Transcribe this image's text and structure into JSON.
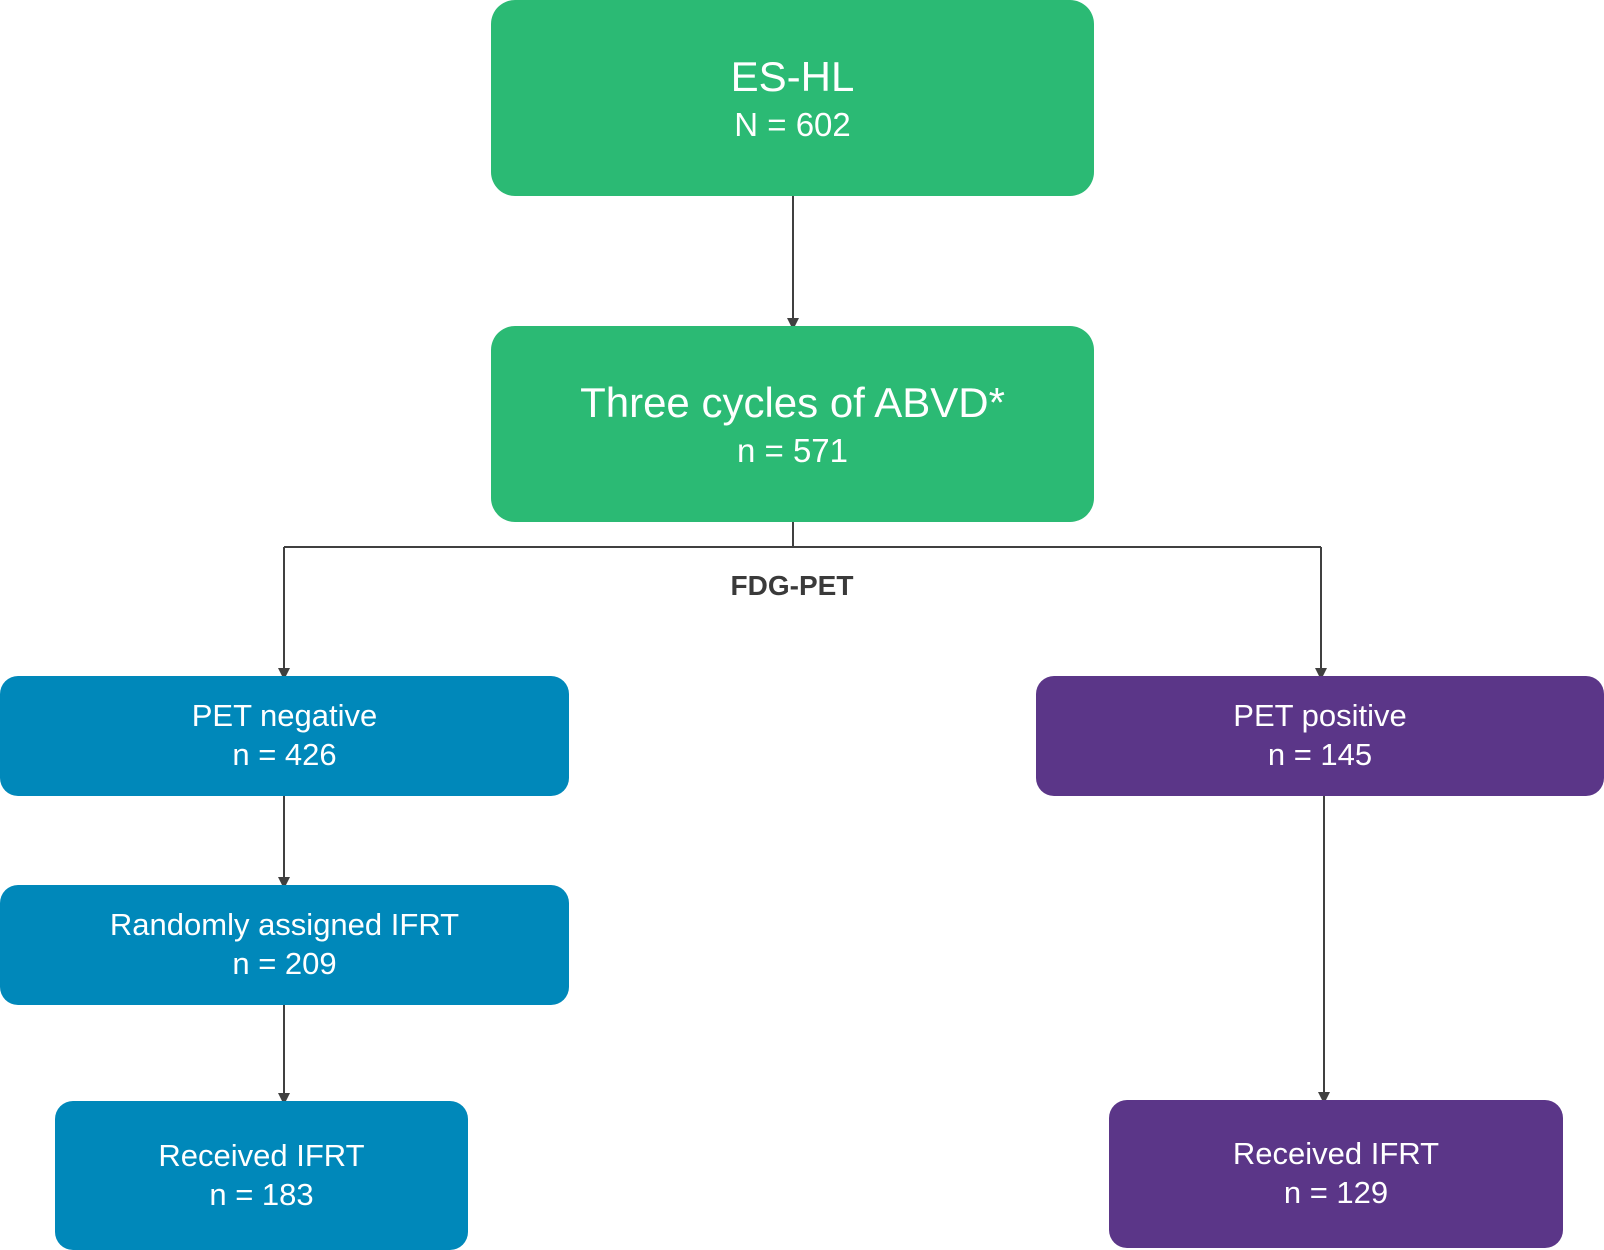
{
  "colors": {
    "green": "#2bba74",
    "blue": "#0088ba",
    "purple": "#5b3688",
    "connector": "#404040",
    "label_text": "#3a3a3a"
  },
  "nodes": {
    "es_hl": {
      "title": "ES-HL",
      "count": "N = 602"
    },
    "abvd": {
      "title": "Three cycles of ABVD*",
      "count": "n = 571"
    },
    "pet_negative": {
      "title": "PET negative",
      "count": "n = 426"
    },
    "randomly_assigned": {
      "title": "Randomly assigned IFRT",
      "count": "n = 209"
    },
    "received_left": {
      "title": "Received IFRT",
      "count": "n = 183"
    },
    "pet_positive": {
      "title": "PET positive",
      "count": "n = 145"
    },
    "received_right": {
      "title": "Received IFRT",
      "count": "n = 129"
    }
  },
  "branch_label": "FDG-PET"
}
